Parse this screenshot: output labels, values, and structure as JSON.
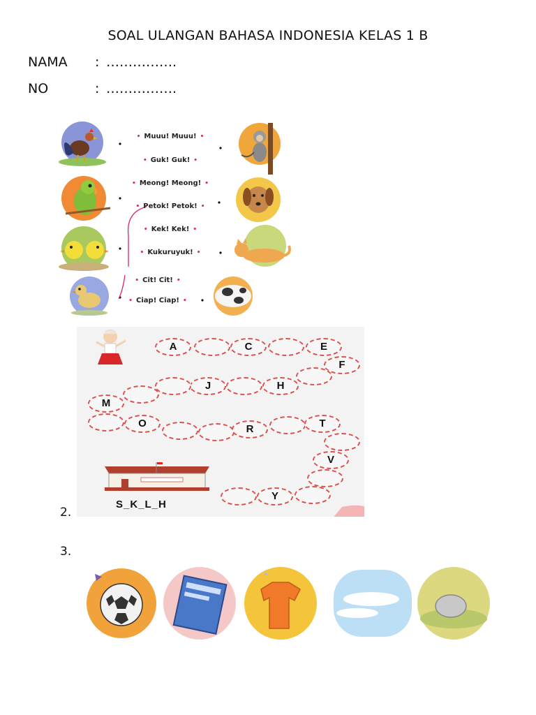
{
  "header": {
    "title": "SOAL ULANGAN BAHASA INDONESIA KELAS 1 B",
    "fields": [
      {
        "label": "NAMA",
        "colon": ":",
        "value": "……………."
      },
      {
        "label": "NO",
        "colon": ":",
        "value": "……………."
      }
    ]
  },
  "matching": {
    "sounds": [
      "Muuu! Muuu!",
      "Guk! Guk!",
      "Meong! Meong!",
      "Petok! Petok!",
      "Kek! Kek!",
      "Kukuruyuk!",
      "Cit! Cit!",
      "Ciap! Ciap!"
    ],
    "left_animals": [
      "rooster-icon",
      "parrot-icon",
      "ducklings-icon",
      "chick-icon"
    ],
    "right_animals": [
      "monkey-icon",
      "dog-icon",
      "cat-icon",
      "cow-icon"
    ],
    "colors": {
      "dot": "#e0285a",
      "line": "#e0285a"
    }
  },
  "alphabet": {
    "letters": [
      "A",
      "C",
      "E",
      "F",
      "H",
      "J",
      "M",
      "O",
      "R",
      "T",
      "V",
      "Y"
    ],
    "word": "S_K_L_H",
    "colors": {
      "oval_border": "#d9534f",
      "roof": "#b0402e"
    }
  },
  "numbers": {
    "second": "2.",
    "third": "3."
  },
  "pictures": [
    "ball-icon",
    "book-icon",
    "shirt-icon",
    "sky-icon",
    "stone-icon"
  ]
}
